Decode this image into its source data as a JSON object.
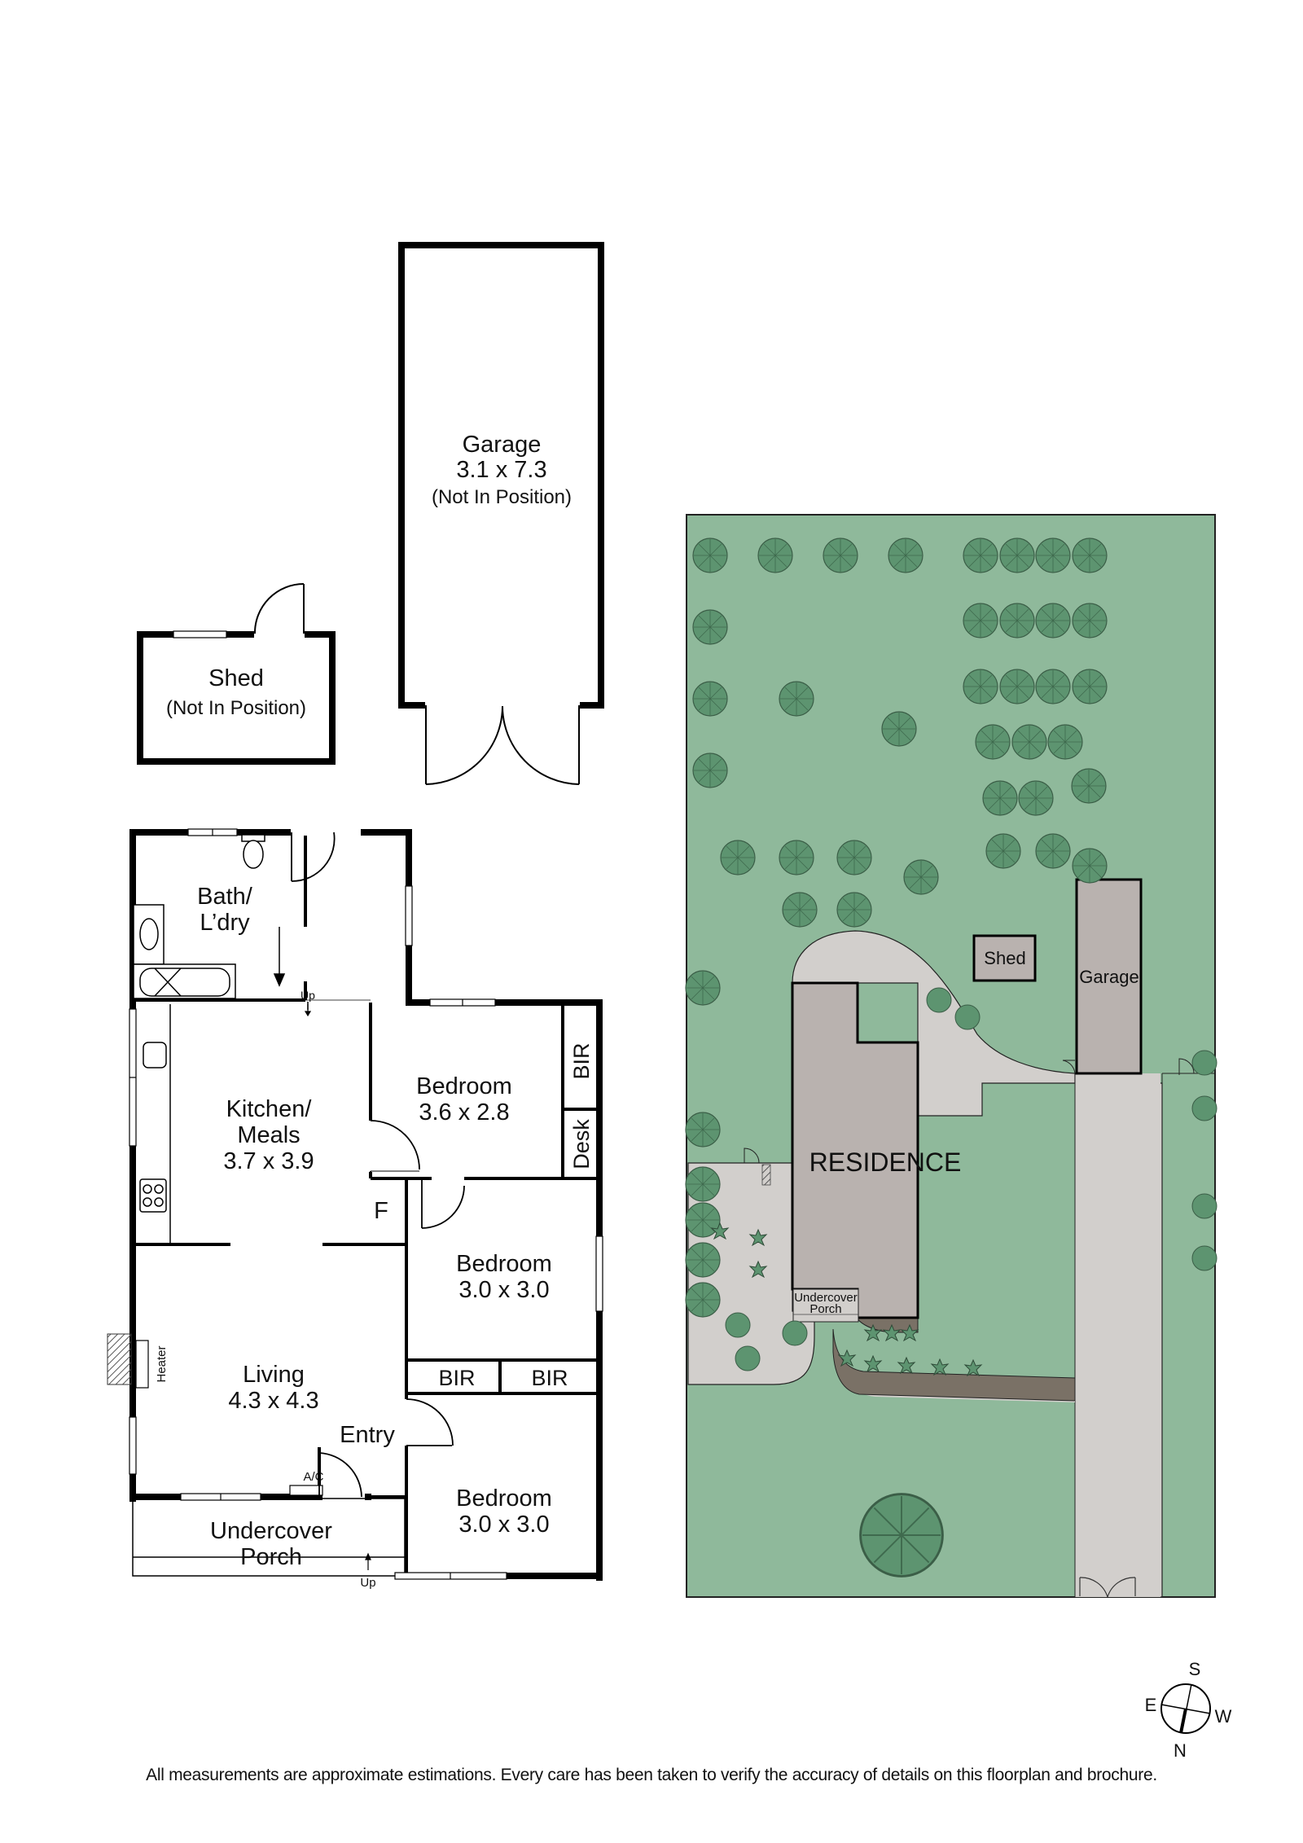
{
  "floorplan": {
    "garage": {
      "name": "Garage",
      "size": "3.1 x 7.3",
      "note": "(Not In Position)"
    },
    "shed": {
      "name": "Shed",
      "note": "(Not In Position)"
    },
    "bath": {
      "line1": "Bath/",
      "line2": "L’dry"
    },
    "kitchen": {
      "line1": "Kitchen/",
      "line2": "Meals",
      "size": "3.7 x 3.9"
    },
    "bedroom1": {
      "name": "Bedroom",
      "size": "3.6 x 2.8"
    },
    "bedroom2": {
      "name": "Bedroom",
      "size": "3.0 x 3.0"
    },
    "bedroom3": {
      "name": "Bedroom",
      "size": "3.0 x 3.0"
    },
    "living": {
      "name": "Living",
      "size": "4.3 x 4.3"
    },
    "porch": {
      "line1": "Undercover",
      "line2": "Porch"
    },
    "labels": {
      "bir_vertical": "BIR",
      "desk": "Desk",
      "bir_left": "BIR",
      "bir_right": "BIR",
      "fridge": "F",
      "entry": "Entry",
      "heater": "Heater",
      "ac": "A/C",
      "up_top": "Up",
      "up_bottom": "Up"
    }
  },
  "siteplan": {
    "residence": "RESIDENCE",
    "shed": "Shed",
    "garage": "Garage",
    "porch_line1": "Undercover",
    "porch_line2": "Porch",
    "colors": {
      "lawn": "#8fb99b",
      "paving": "#d2cfcc",
      "building": "#b9b2af",
      "tree": "#5d9470",
      "garden_bed": "#7a7166"
    }
  },
  "compass": {
    "north": "N",
    "south": "S",
    "east": "E",
    "west": "W"
  },
  "disclaimer": "All measurements are approximate estimations. Every care has been taken to verify the accuracy of details on this floorplan and brochure."
}
